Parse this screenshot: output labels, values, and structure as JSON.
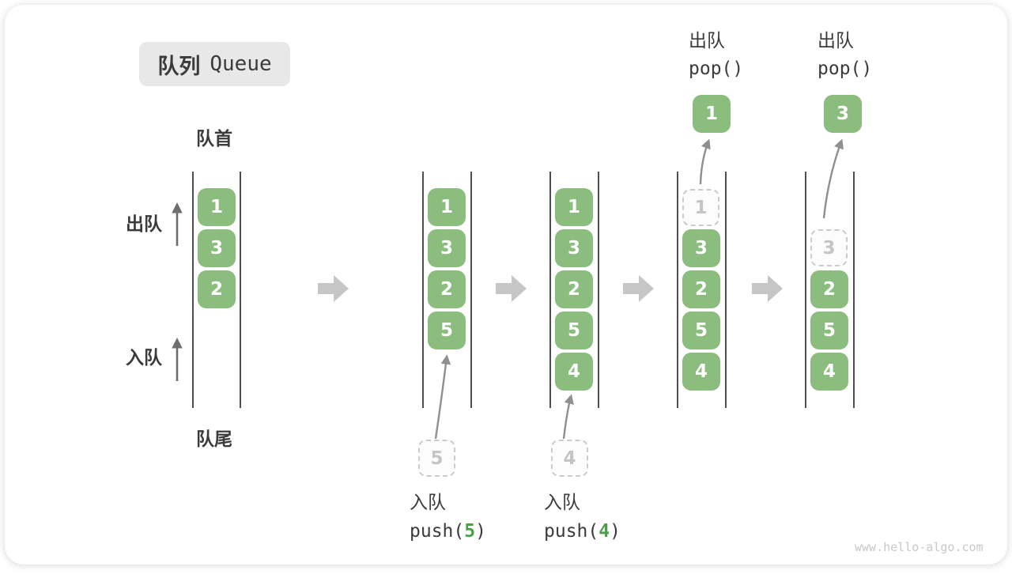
{
  "title": {
    "zh": "队列",
    "en": "Queue"
  },
  "side_labels": {
    "front": "队首",
    "rear": "队尾",
    "dequeue": "出队",
    "enqueue": "入队"
  },
  "watermark": "www.hello-algo.com",
  "colors": {
    "box_green": "#8bbd7e",
    "accent_green": "#4a9e4a",
    "arrow_gray": "#c6c6c6",
    "line_gray": "#8f8f8f",
    "text_dark": "#3b3b3b"
  },
  "stages": [
    {
      "name": "initial",
      "cells": [
        "1",
        "3",
        "2"
      ]
    },
    {
      "name": "push-5",
      "cells": [
        "1",
        "3",
        "2",
        "5"
      ],
      "pending_value": "5",
      "action": {
        "label": "入队",
        "func_open": "push(",
        "arg": "5",
        "func_close": ")"
      }
    },
    {
      "name": "push-4",
      "cells": [
        "1",
        "3",
        "2",
        "5",
        "4"
      ],
      "pending_value": "4",
      "action": {
        "label": "入队",
        "func_open": "push(",
        "arg": "4",
        "func_close": ")"
      }
    },
    {
      "name": "pop-1",
      "dashed_value": "1",
      "cells": [
        "3",
        "2",
        "5",
        "4"
      ],
      "popped_value": "1",
      "action": {
        "label": "出队",
        "func": "pop()"
      }
    },
    {
      "name": "pop-3",
      "dashed_value": "3",
      "cells": [
        "2",
        "5",
        "4"
      ],
      "popped_value": "3",
      "action": {
        "label": "出队",
        "func": "pop()"
      }
    }
  ]
}
